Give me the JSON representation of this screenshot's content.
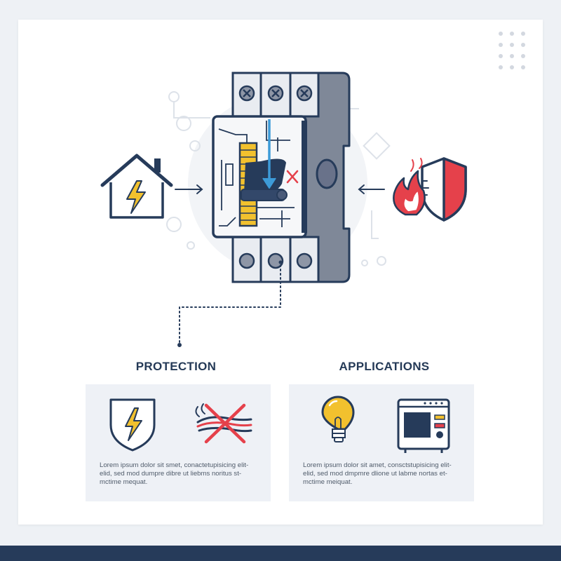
{
  "sections": {
    "protection": {
      "title": "PROTECTION",
      "description": "Lorem ipsum dolor sit smet, conactetupisicing elit-elid, sed mod dumpre dibre ut liebms noritus st-mctime mequat."
    },
    "applications": {
      "title": "APPLICATIONS",
      "description": "Lorem ipsum dolor sit amet, consctstupisicing elit-elid, sed mod dmpmre dlione ut labme nortas et-mctime meiquat."
    }
  },
  "colors": {
    "navy": "#263b5a",
    "yellow": "#f2c12e",
    "red": "#e5414b",
    "blue": "#3d9bd8",
    "gray": "#7f8898"
  },
  "icons": [
    "house-lightning-icon",
    "circuit-breaker-icon",
    "fire-shield-icon",
    "shield-lightning-icon",
    "broken-wire-icon",
    "lightbulb-icon",
    "oven-icon"
  ]
}
